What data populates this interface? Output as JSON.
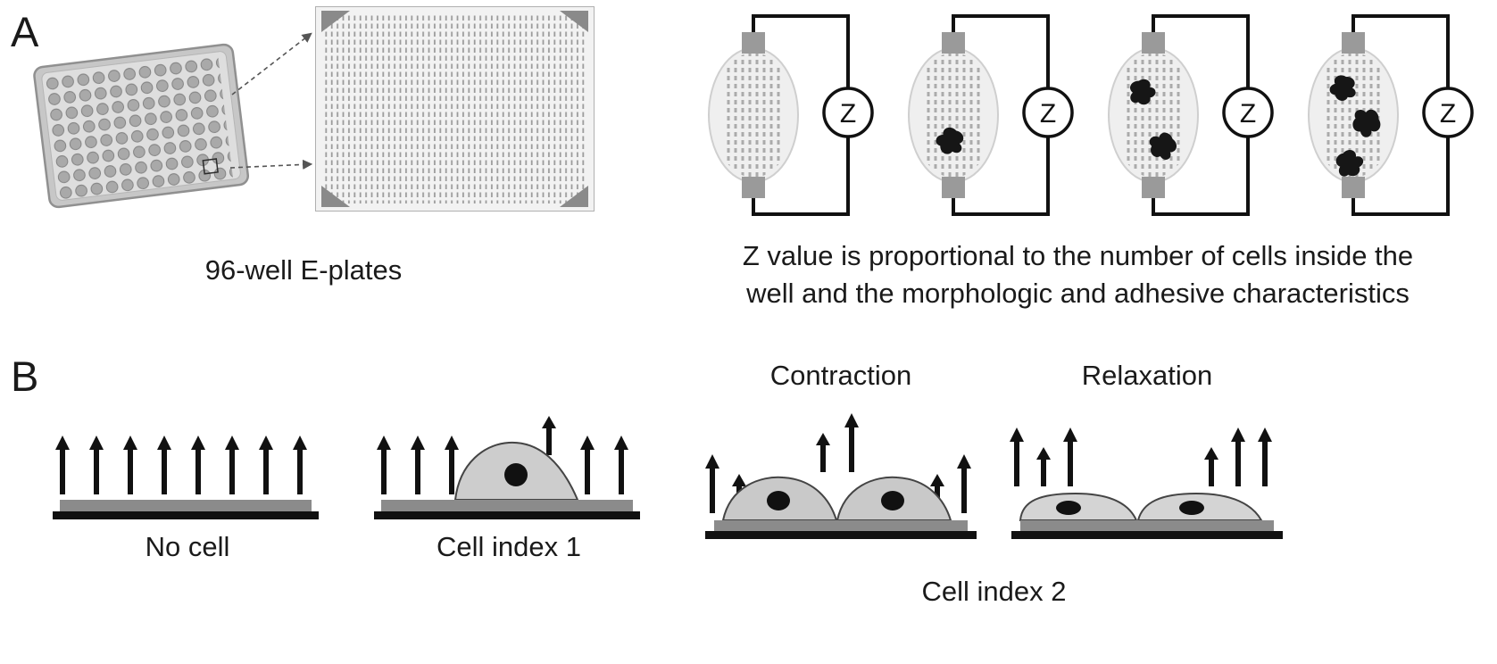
{
  "figure": {
    "panelA": {
      "label": "A",
      "plate_caption": "96-well E-plates",
      "impedance_label": "Z",
      "caption_line1": "Z value is proportional to the number of cells inside the",
      "caption_line2": "well and the morphologic and adhesive characteristics",
      "circuits": [
        {
          "cells_in_well": 0
        },
        {
          "cells_in_well": 1
        },
        {
          "cells_in_well": 2
        },
        {
          "cells_in_well": 3
        }
      ]
    },
    "panelB": {
      "label": "B",
      "no_cell_caption": "No cell",
      "cell_index1_caption": "Cell index 1",
      "contraction_label": "Contraction",
      "relaxation_label": "Relaxation",
      "cell_index2_caption": "Cell index 2"
    }
  }
}
